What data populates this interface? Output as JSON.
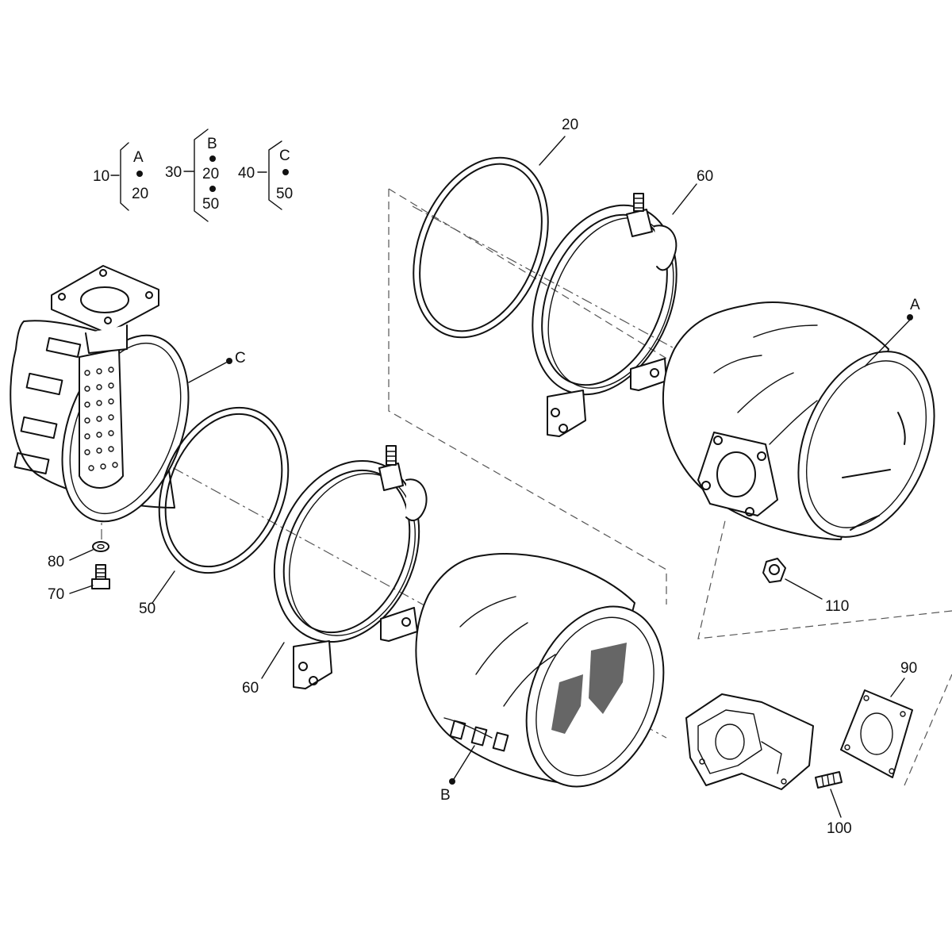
{
  "brackets": [
    {
      "ref": "10",
      "letter": "A",
      "items": [
        "20"
      ]
    },
    {
      "ref": "30",
      "letter": "B",
      "items": [
        "20",
        "50"
      ]
    },
    {
      "ref": "40",
      "letter": "C",
      "items": [
        "50"
      ]
    }
  ],
  "callouts": {
    "ring_top": "20",
    "clamp_top": "60",
    "assembly_a": "A",
    "assembly_c": "C",
    "assembly_b": "B",
    "ring_lower": "50",
    "clamp_lower": "60",
    "washer": "80",
    "screw": "70",
    "nut": "110",
    "gasket": "90",
    "stud": "100"
  }
}
